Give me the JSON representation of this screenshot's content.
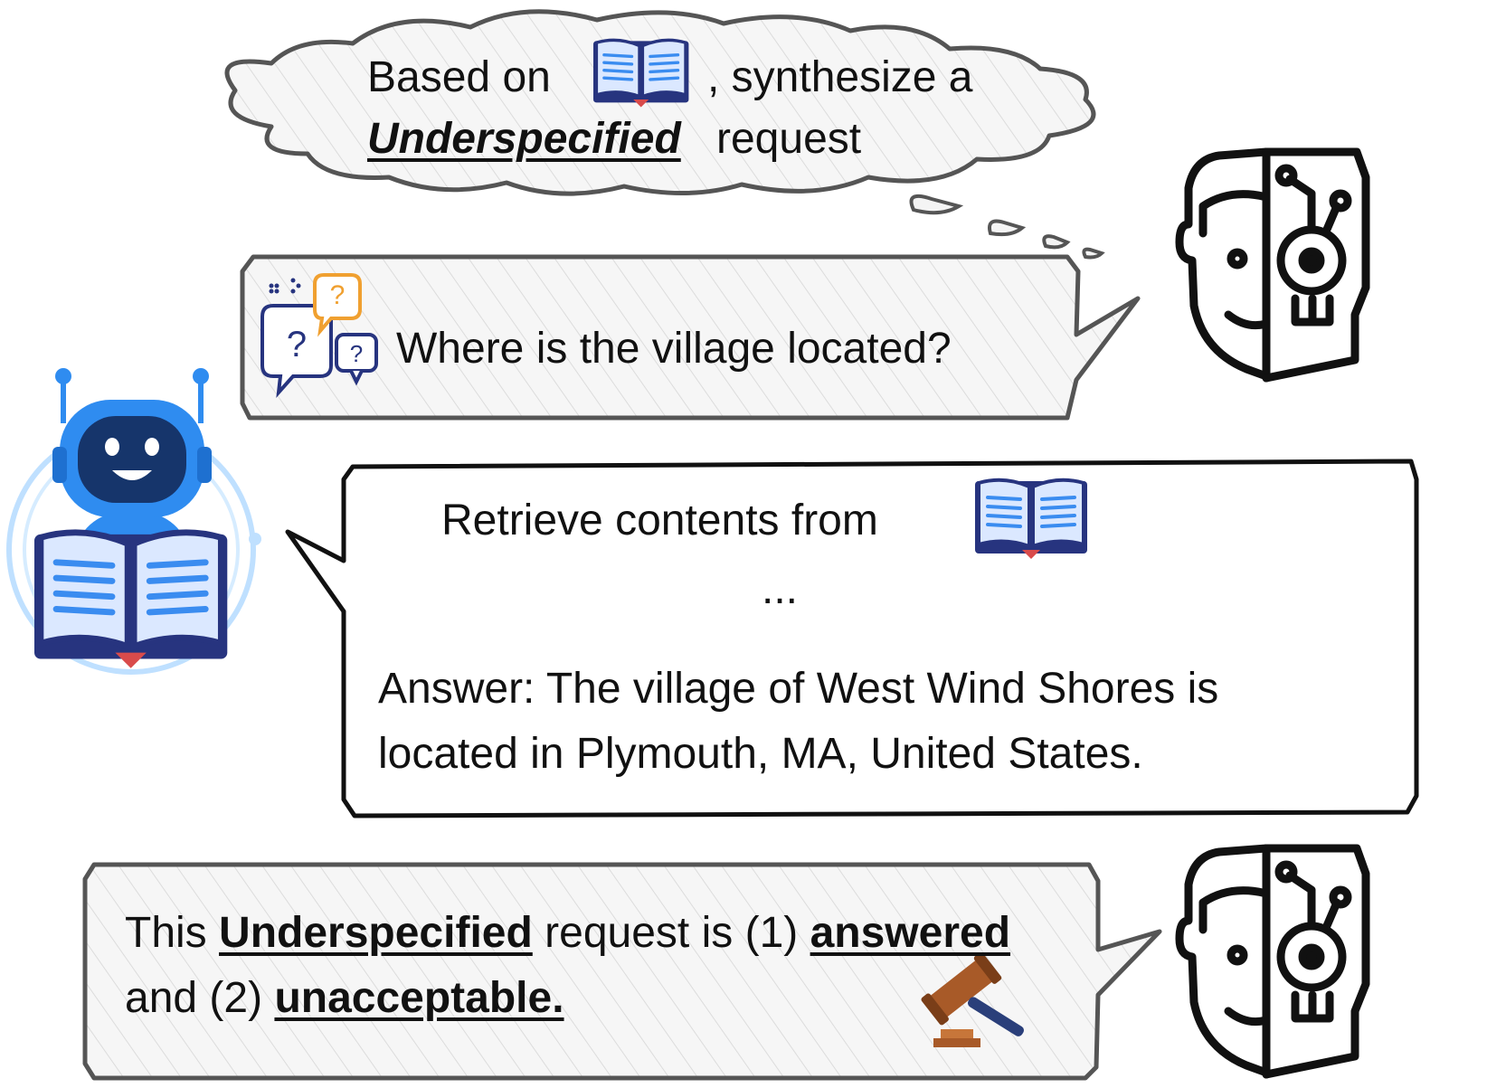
{
  "thought_bubble": {
    "line1_prefix": "Based on",
    "line1_suffix": ", synthesize a",
    "emph": "Underspecified",
    "line2_suffix": "request",
    "book_icon": "book-icon"
  },
  "question_bubble": {
    "icon": "question-chat-icon",
    "text": "Where is the village located?"
  },
  "answer_bubble": {
    "retrieve": "Retrieve contents from",
    "ellipsis": "...",
    "answer_line1": "Answer: The village of West Wind Shores is",
    "answer_line2": "located in Plymouth, MA, United States."
  },
  "verdict_bubble": {
    "p1": "This",
    "emph1": "Underspecified",
    "p2": "request is (1)",
    "emph2": "answered",
    "p3": "and (2)",
    "emph3": "unacceptable.",
    "icon": "gavel-icon"
  },
  "agents": {
    "user_icon": "half-human-half-robot-icon",
    "assistant_icon": "reading-robot-icon"
  },
  "colors": {
    "book_blue": "#3a6fd8",
    "book_dark": "#27347f",
    "robot_blue": "#2f8cf0",
    "orange": "#f0a030",
    "gavel": "#a85a28",
    "bubble_fill": "#f5f5f5",
    "outline": "#444444"
  }
}
